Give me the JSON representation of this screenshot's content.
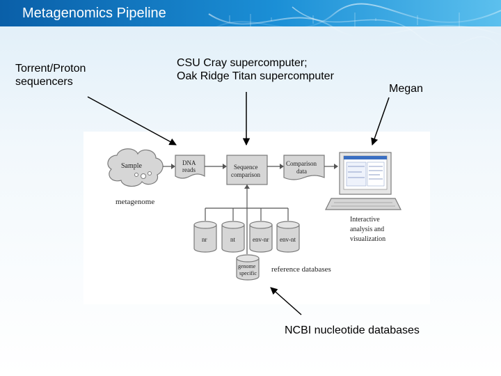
{
  "slide": {
    "title": "Metagenomics Pipeline"
  },
  "annotations": {
    "sequencers": [
      "Torrent/Proton",
      "sequencers"
    ],
    "supercomputer": [
      "CSU Cray supercomputer;",
      "Oak Ridge Titan supercomputer"
    ],
    "megan": "Megan",
    "ncbi": "NCBI nucleotide databases"
  },
  "diagram": {
    "sample": [
      "Sample"
    ],
    "metagenome": "metagenome",
    "dna_reads": [
      "DNA",
      "reads"
    ],
    "sequence_comparison": [
      "Sequence",
      "comparison"
    ],
    "comparison_data": [
      "Comparison",
      "data"
    ],
    "databases": [
      "nr",
      "nt",
      "env-nr",
      "env-nt"
    ],
    "genome_specific": [
      "genome",
      "specific"
    ],
    "reference_databases": "reference databases",
    "interactive": [
      "Interactive",
      "analysis and",
      "visualization"
    ]
  },
  "colors": {
    "header": "#1b8fd6",
    "figure_fill": "#d6d6d6",
    "figure_stroke": "#7a7a7a"
  }
}
